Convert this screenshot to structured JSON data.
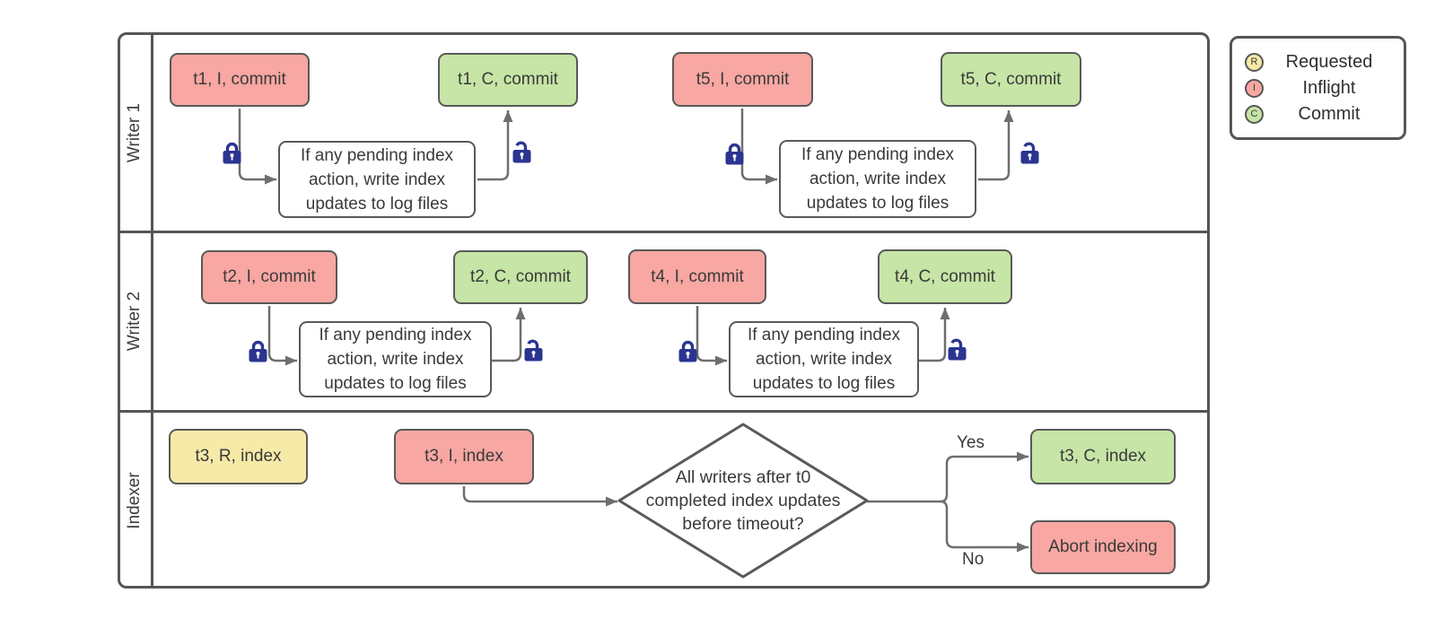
{
  "colors": {
    "requested_fill": "#F7EAA8",
    "inflight_fill": "#F8A7A2",
    "commit_fill": "#C6E5A6",
    "shape_border": "#595959",
    "connector": "#6e6e6e",
    "lock": "#2B3590",
    "text": "#3a3a3a"
  },
  "lanes": [
    {
      "label": "Writer 1"
    },
    {
      "label": "Writer 2"
    },
    {
      "label": "Indexer"
    }
  ],
  "writer1": {
    "group1": {
      "start": "t1, I, commit",
      "end": "t1, C, commit",
      "process": "If any pending index action, write index updates to log files"
    },
    "group2": {
      "start": "t5, I, commit",
      "end": "t5, C, commit",
      "process": "If any pending index action, write index updates to log files"
    }
  },
  "writer2": {
    "group1": {
      "start": "t2, I, commit",
      "end": "t2, C, commit",
      "process": "If any pending index action, write index updates to log files"
    },
    "group2": {
      "start": "t4, I, commit",
      "end": "t4, C, commit",
      "process": "If any pending index action, write index updates to log files"
    }
  },
  "indexer": {
    "requested": "t3, R, index",
    "inflight": "t3, I, index",
    "decision_line1": "All writers after t0",
    "decision_line2": "completed index updates",
    "decision_line3": "before timeout?",
    "yes_label": "Yes",
    "no_label": "No",
    "commit": "t3, C, index",
    "abort": "Abort indexing"
  },
  "legend": {
    "items": [
      {
        "letter": "R",
        "label": "Requested",
        "color": "#F7EAA8"
      },
      {
        "letter": "I",
        "label": "Inflight",
        "color": "#F8A7A2"
      },
      {
        "letter": "C",
        "label": "Commit",
        "color": "#C6E5A6"
      }
    ]
  }
}
